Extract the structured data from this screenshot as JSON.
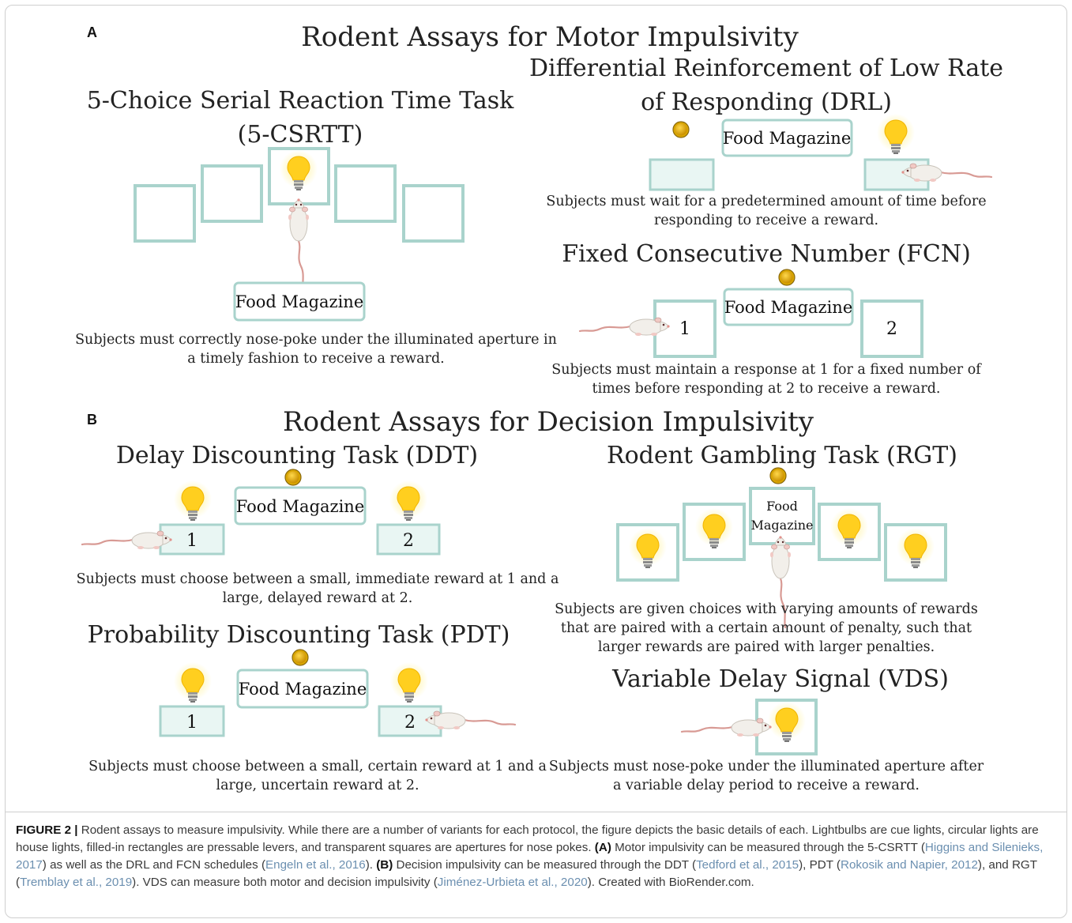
{
  "panelA": {
    "letter": "A",
    "title": "Rodent Assays for Motor Impulsivity",
    "csrtt": {
      "title_line1": "5-Choice Serial Reaction Time Task",
      "title_line2": "(5-CSRTT)",
      "magazine": "Food Magazine",
      "desc_line1": "Subjects must correctly nose-poke under the illuminated aperture in",
      "desc_line2": "a timely fashion to receive a reward."
    },
    "drl": {
      "title_line1": "Differential Reinforcement of Low Rate",
      "title_line2": "of Responding (DRL)",
      "magazine": "Food Magazine",
      "desc_line1": "Subjects must wait for a predetermined amount of time before",
      "desc_line2": "responding to receive a reward."
    },
    "fcn": {
      "title": "Fixed Consecutive Number (FCN)",
      "magazine": "Food Magazine",
      "lever1": "1",
      "lever2": "2",
      "desc_line1": "Subjects must maintain a response at 1 for a fixed number of",
      "desc_line2": "times before responding at 2 to receive a reward."
    }
  },
  "panelB": {
    "letter": "B",
    "title": "Rodent Assays for Decision Impulsivity",
    "ddt": {
      "title": "Delay Discounting Task (DDT)",
      "magazine": "Food Magazine",
      "lever1": "1",
      "lever2": "2",
      "desc_line1": "Subjects must choose between a small, immediate reward at 1 and a",
      "desc_line2": "large, delayed reward at 2."
    },
    "pdt": {
      "title": "Probability Discounting Task (PDT)",
      "magazine": "Food Magazine",
      "lever1": "1",
      "lever2": "2",
      "desc_line1": "Subjects must choose between a small, certain reward at 1 and a",
      "desc_line2": "large, uncertain reward at 2."
    },
    "rgt": {
      "title": "Rodent Gambling Task (RGT)",
      "magazine_line1": "Food",
      "magazine_line2": "Magazine",
      "desc_line1": "Subjects are given choices with varying amounts of rewards",
      "desc_line2": "that are paired with a certain amount of penalty, such that",
      "desc_line3": "larger rewards are paired with larger penalties."
    },
    "vds": {
      "title": "Variable Delay Signal (VDS)",
      "desc_line1": "Subjects must nose-poke under the illuminated aperture after",
      "desc_line2": "a variable delay period to receive a reward."
    }
  },
  "caption": {
    "label": "FIGURE 2 |",
    "t1": " Rodent assays to measure impulsivity. While there are a number of variants for each protocol, the figure depicts the basic details of each. Lightbulbs are cue lights, circular lights are house lights, filled-in rectangles are pressable levers, and transparent squares are apertures for nose pokes. ",
    "a_label": "(A)",
    "t2": " Motor impulsivity can be measured through the 5-CSRTT (",
    "cite1": "Higgins and Silenieks, 2017",
    "t3": ") as well as the DRL and FCN schedules (",
    "cite2": "Engeln et al., 2016",
    "t4": "). ",
    "b_label": "(B)",
    "t5": " Decision impulsivity can be measured through the DDT (",
    "cite3": "Tedford et al., 2015",
    "t6": "), PDT (",
    "cite4": "Rokosik and Napier, 2012",
    "t7": "), and RGT (",
    "cite5": "Tremblay et al., 2019",
    "t8": "). VDS can measure both motor and decision impulsivity (",
    "cite6": "Jiménez-Urbieta et al., 2020",
    "t9": "). Created with BioRender.com."
  },
  "colors": {
    "box_stroke": "#a9d3cc",
    "lever_fill": "#e9f6f3",
    "bulb": "#ffcf1f",
    "glow": "#fff2a8",
    "house_light": "#e8b400",
    "rat_body": "#f2efea",
    "rat_tail": "#d89a94",
    "citation": "#6b8fb0"
  }
}
